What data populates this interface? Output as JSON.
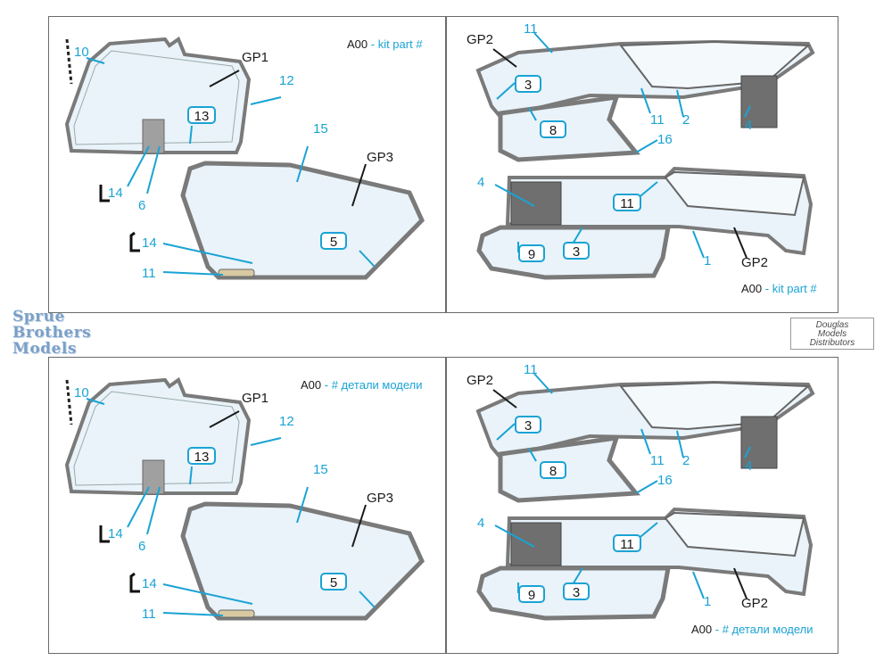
{
  "watermark": {
    "line1": "Sprue",
    "line2": "Brothers",
    "line3": "Models"
  },
  "distributor": {
    "line1": "Douglas",
    "line2": "Models",
    "line3": "Distributors"
  },
  "colors": {
    "accent": "#1aa3d4",
    "frame": "#6b6b6b",
    "glass": "#e9f3f9",
    "metal": "#8c8c8c"
  },
  "top": {
    "left_caption": {
      "code": "A00",
      "desc": " - kit part #"
    },
    "right_caption": {
      "code": "A00",
      "desc": " - kit part #"
    }
  },
  "bottom": {
    "left_caption": {
      "code": "A00",
      "desc": " - # детали модели"
    },
    "right_caption": {
      "code": "A00",
      "desc": " - # детали модели"
    }
  },
  "labels": {
    "gp1": "GP1",
    "gp2": "GP2",
    "gp3": "GP3",
    "n1": "1",
    "n2": "2",
    "n3": "3",
    "n4": "4",
    "n5": "5",
    "n6": "6",
    "n8": "8",
    "n9": "9",
    "n10": "10",
    "n11": "11",
    "n12": "12",
    "n13": "13",
    "n14": "14",
    "n15": "15",
    "n16": "16"
  }
}
